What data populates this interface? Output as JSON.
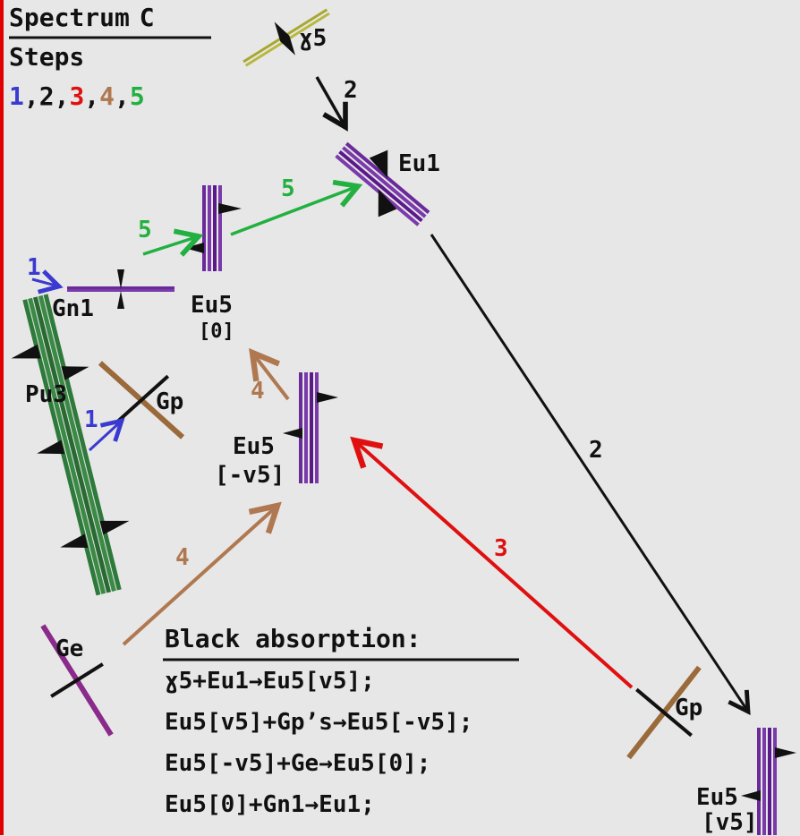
{
  "header": {
    "spectrum_label": "Spectrum",
    "spectrum_letter": "C",
    "steps_label": "Steps",
    "steps": [
      {
        "text": "1",
        "color": "#3a3ad0"
      },
      {
        "text": ",",
        "color": "#111111"
      },
      {
        "text": "2",
        "color": "#111111"
      },
      {
        "text": ",",
        "color": "#111111"
      },
      {
        "text": "3",
        "color": "#e01010"
      },
      {
        "text": ",",
        "color": "#111111"
      },
      {
        "text": "4",
        "color": "#b07850"
      },
      {
        "text": ",",
        "color": "#111111"
      },
      {
        "text": "5",
        "color": "#22b040"
      }
    ]
  },
  "nodes": {
    "y5": "ɣ5",
    "eu1": "Eu1",
    "gn1": "Gn1",
    "eu5_0": "Eu5",
    "eu5_0_sub": "[0]",
    "pu3": "Pu3",
    "gp_left": "Gp",
    "eu5_neg": "Eu5",
    "eu5_neg_sub": "[-v5]",
    "ge": "Ge",
    "gp_right": "Gp",
    "eu5_v5": "Eu5",
    "eu5_v5_sub": "[v5]"
  },
  "step_labels": {
    "s2_top": "2",
    "s5_left": "5",
    "s5_mid": "5",
    "s1_top": "1",
    "s1_mid": "1",
    "s4_up": "4",
    "s4_diag": "4",
    "s3": "3",
    "s2_long": "2"
  },
  "absorption": {
    "title": "Black absorption:",
    "lines": [
      "ɣ5+Eu1→Eu5[v5];",
      "Eu5[v5]+Gp’s→Eu5[-v5];",
      "Eu5[-v5]+Ge→Eu5[0];",
      "Eu5[0]+Gn1→Eu1;"
    ]
  },
  "colors": {
    "blue": "#3a3ad0",
    "black": "#111111",
    "red": "#e01010",
    "brown": "#b07850",
    "green": "#22b040",
    "purple": "#6a2a9a",
    "olive": "#a8a830",
    "dark_green": "#2e7a3a",
    "tan": "#9a6a3a",
    "magenta": "#8a2a8a",
    "accent_bar": "#e00000"
  }
}
